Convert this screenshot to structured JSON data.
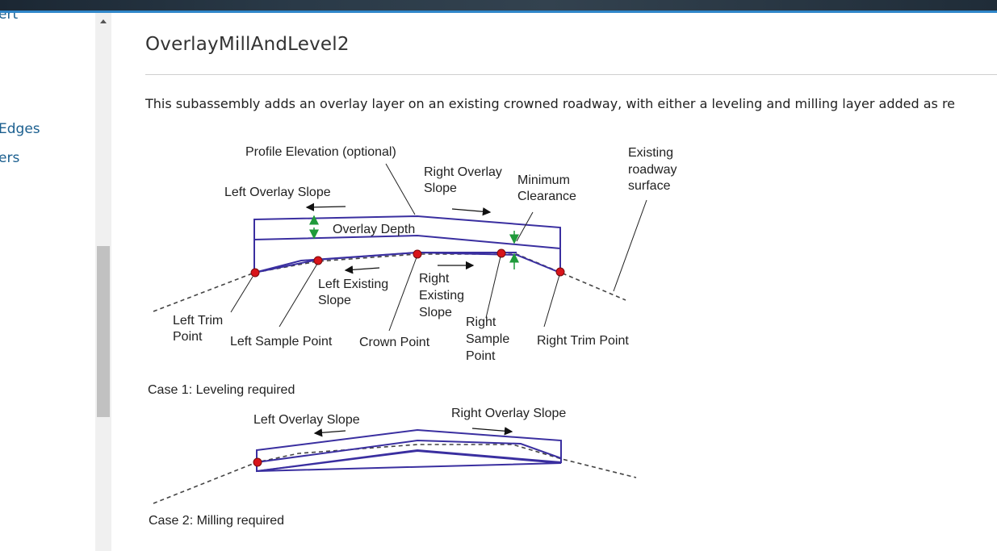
{
  "sidebar": {
    "items": [
      {
        "label": "ert"
      },
      {
        "label": "Edges"
      },
      {
        "label": "ers"
      }
    ]
  },
  "page": {
    "title": "OverlayMillAndLevel2",
    "intro": "This subassembly adds an overlay layer on an existing crowned roadway, with either a leveling and milling layer added as re"
  },
  "diagram": {
    "case1": {
      "profile_elevation": "Profile Elevation (optional)",
      "right_overlay_slope": [
        "Right Overlay",
        "Slope"
      ],
      "minimum_clearance": [
        "Minimum",
        "Clearance"
      ],
      "existing_surface": [
        "Existing",
        "roadway",
        "surface"
      ],
      "left_overlay_slope": "Left Overlay Slope",
      "overlay_depth": "Overlay Depth",
      "left_existing_slope": [
        "Left Existing",
        "Slope"
      ],
      "right_existing_slope": [
        "Right",
        "Existing",
        "Slope"
      ],
      "left_trim_point": [
        "Left Trim",
        "Point"
      ],
      "left_sample_point": "Left Sample Point",
      "crown_point": "Crown Point",
      "right_sample_point": [
        "Right",
        "Sample",
        "Point"
      ],
      "right_trim_point": "Right Trim Point",
      "caption": "Case 1: Leveling required"
    },
    "case2": {
      "left_overlay_slope": "Left Overlay Slope",
      "right_overlay_slope": "Right Overlay Slope",
      "caption": "Case 2: Milling required"
    },
    "colors": {
      "overlay_outline": "#3a2fa0",
      "point_fill": "#d8141a",
      "depth_arrow": "#1f9a3a",
      "existing_dashed": "#444444"
    }
  }
}
